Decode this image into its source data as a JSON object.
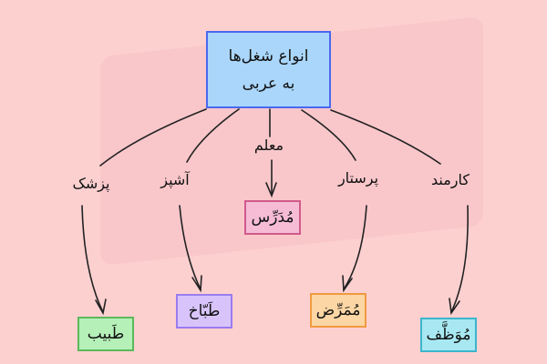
{
  "root": {
    "line1": "انواع شغل‌ها",
    "line2": "به عربی",
    "fill": "#a9d6fa",
    "border": "#4a68f0"
  },
  "branches": [
    {
      "persian": "پزشک",
      "arabic": "طَبیب",
      "fill": "#b4f0b8",
      "border": "#5cb85c"
    },
    {
      "persian": "آشپز",
      "arabic": "طَبّاخ",
      "fill": "#d8c4fb",
      "border": "#9a7cf0"
    },
    {
      "persian": "معلم",
      "arabic": "مُدَرِّس",
      "fill": "#f6bcd6",
      "border": "#d05a8a"
    },
    {
      "persian": "پرستار",
      "arabic": "مُمَرِّض",
      "fill": "#fcd6a4",
      "border": "#f09a40"
    },
    {
      "persian": "کارمند",
      "arabic": "مُوَظَّف",
      "fill": "#a8e8f2",
      "border": "#3cb4cc"
    }
  ]
}
